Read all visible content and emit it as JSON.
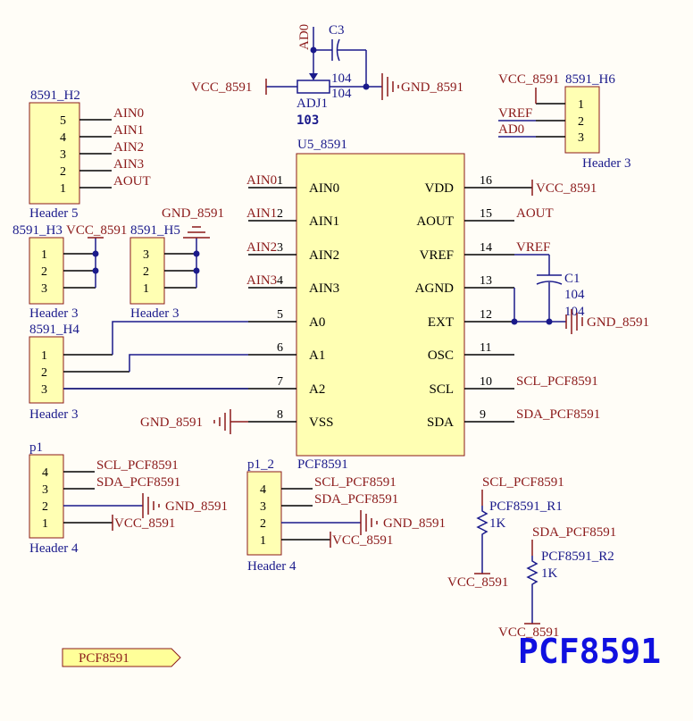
{
  "title": "PCF8591",
  "port_label": "PCF8591",
  "u5": {
    "ref": "U5_8591",
    "part": "PCF8591",
    "left_pins": [
      {
        "num": "1",
        "name": "AIN0",
        "net": "AIN0"
      },
      {
        "num": "2",
        "name": "AIN1",
        "net": "AIN1"
      },
      {
        "num": "3",
        "name": "AIN2",
        "net": "AIN2"
      },
      {
        "num": "4",
        "name": "AIN3",
        "net": "AIN3"
      },
      {
        "num": "5",
        "name": "A0",
        "net": ""
      },
      {
        "num": "6",
        "name": "A1",
        "net": ""
      },
      {
        "num": "7",
        "name": "A2",
        "net": ""
      },
      {
        "num": "8",
        "name": "VSS",
        "net": "GND_8591"
      }
    ],
    "right_pins": [
      {
        "num": "16",
        "name": "VDD",
        "net": "VCC_8591"
      },
      {
        "num": "15",
        "name": "AOUT",
        "net": "AOUT"
      },
      {
        "num": "14",
        "name": "VREF",
        "net": "VREF"
      },
      {
        "num": "13",
        "name": "AGND",
        "net": ""
      },
      {
        "num": "12",
        "name": "EXT",
        "net": "GND_8591"
      },
      {
        "num": "11",
        "name": "OSC",
        "net": ""
      },
      {
        "num": "10",
        "name": "SCL",
        "net": "SCL_PCF8591"
      },
      {
        "num": "9",
        "name": "SDA",
        "net": "SDA_PCF8591"
      }
    ]
  },
  "adj1": {
    "ref": "ADJ1",
    "value": "103",
    "net_top": "AD0",
    "net_left": "VCC_8591",
    "net_right": "GND_8591"
  },
  "c3": {
    "ref": "C3",
    "value": "104",
    "value2": "104"
  },
  "c1": {
    "ref": "C1",
    "value": "104",
    "value2": "104"
  },
  "h2": {
    "ref": "8591_H2",
    "type": "Header 5",
    "pins": [
      "5",
      "4",
      "3",
      "2",
      "1"
    ],
    "nets": [
      "AIN0",
      "AIN1",
      "AIN2",
      "AIN3",
      "AOUT"
    ]
  },
  "h6": {
    "ref": "8591_H6",
    "type": "Header 3",
    "pins": [
      "1",
      "2",
      "3"
    ],
    "nets": [
      "VCC_8591",
      "VREF",
      "AD0"
    ]
  },
  "h3": {
    "ref": "8591_H3",
    "type": "Header 3",
    "pins": [
      "1",
      "2",
      "3"
    ],
    "net": "VCC_8591"
  },
  "h5": {
    "ref": "8591_H5",
    "type": "Header 3",
    "pins": [
      "3",
      "2",
      "1"
    ],
    "net": "GND_8591"
  },
  "h4": {
    "ref": "8591_H4",
    "type": "Header 3",
    "pins": [
      "1",
      "2",
      "3"
    ]
  },
  "p1": {
    "ref": "p1",
    "type": "Header 4",
    "pins": [
      "4",
      "3",
      "2",
      "1"
    ],
    "nets": [
      "SCL_PCF8591",
      "SDA_PCF8591",
      "GND_8591",
      "VCC_8591"
    ]
  },
  "p1_2": {
    "ref": "p1_2",
    "type": "Header 4",
    "pins": [
      "4",
      "3",
      "2",
      "1"
    ],
    "nets": [
      "SCL_PCF8591",
      "SDA_PCF8591",
      "GND_8591",
      "VCC_8591"
    ]
  },
  "r1": {
    "ref": "PCF8591_R1",
    "value": "1K",
    "net_top": "SCL_PCF8591",
    "net_bottom": "VCC_8591"
  },
  "r2": {
    "ref": "PCF8591_R2",
    "value": "1K",
    "net_top": "SDA_PCF8591",
    "net_bottom": "VCC_8591"
  }
}
